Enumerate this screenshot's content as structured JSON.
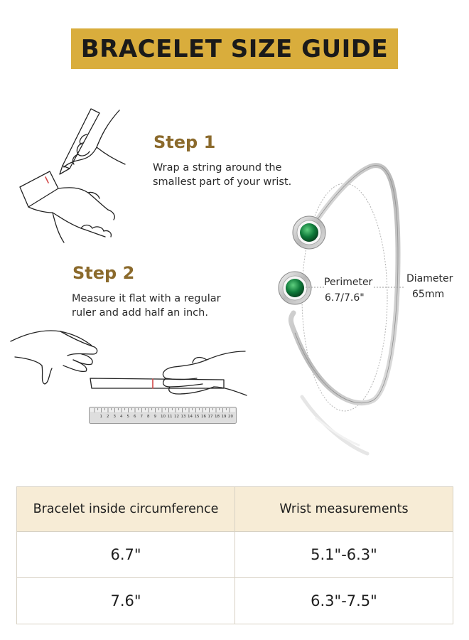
{
  "banner": {
    "title": "BRACELET SIZE GUIDE",
    "color": "#d9ad3c"
  },
  "steps": [
    {
      "heading": "Step 1",
      "lines": [
        "Wrap a string around the",
        "smallest part of your wrist."
      ]
    },
    {
      "heading": "Step 2",
      "lines": [
        "Measure it flat with a regular",
        "ruler and add half an inch."
      ]
    }
  ],
  "product": {
    "perimeter_label": "Perimeter",
    "perimeter_value": "6.7/7.6\"",
    "diameter_label": "Diameter",
    "diameter_value": "65mm",
    "gem_color": "#0f7a3a"
  },
  "ruler": {
    "ticks": [
      "1",
      "2",
      "3",
      "4",
      "5",
      "6",
      "7",
      "8",
      "9",
      "10",
      "11",
      "12",
      "13",
      "14",
      "15",
      "16",
      "17",
      "18",
      "19",
      "20"
    ]
  },
  "table": {
    "headers": [
      "Bracelet inside circumference",
      "Wrist measurements"
    ],
    "rows": [
      [
        "6.7\"",
        "5.1\"-6.3\""
      ],
      [
        "7.6\"",
        "6.3\"-7.5\""
      ]
    ],
    "header_bg": "#f7ecd6"
  }
}
